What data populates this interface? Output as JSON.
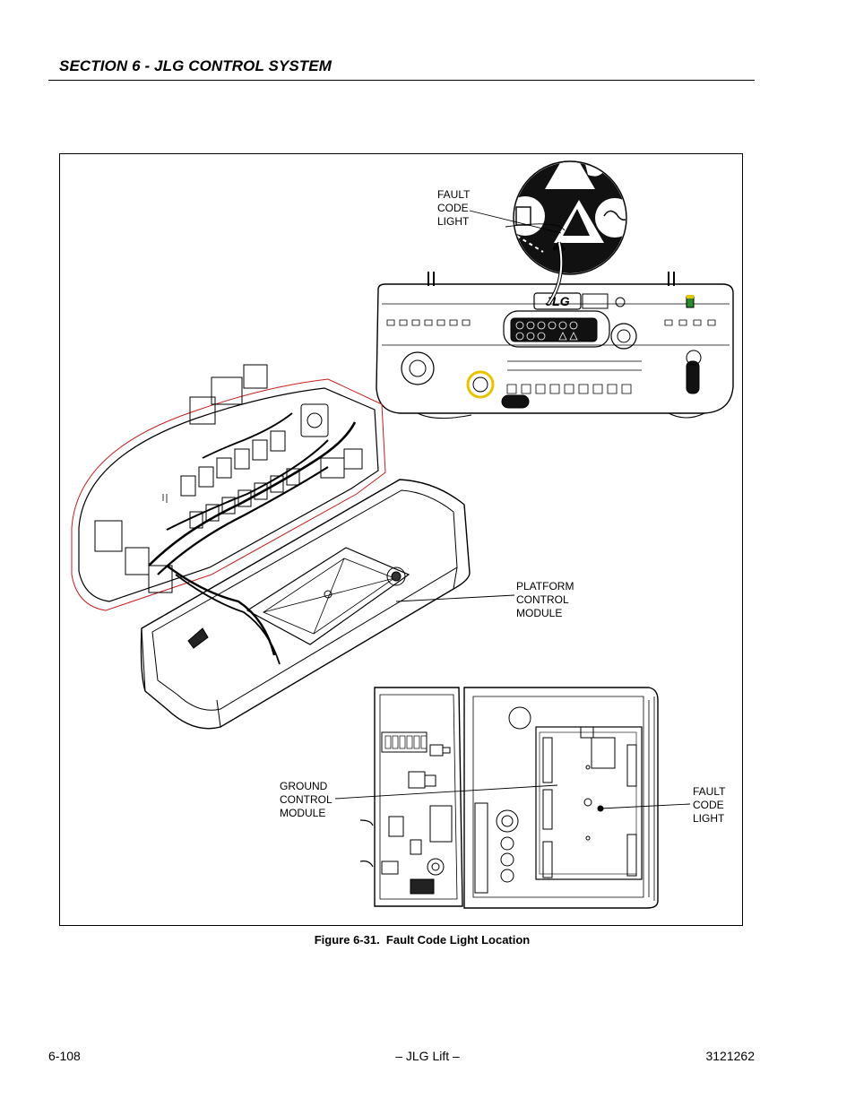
{
  "header": {
    "section_title": "SECTION 6 - JLG CONTROL SYSTEM"
  },
  "figure": {
    "callouts": {
      "fault_code_light_top": [
        "FAULT",
        "CODE",
        "LIGHT"
      ],
      "platform_control_module": [
        "PLATFORM",
        "CONTROL",
        "MODULE"
      ],
      "ground_control_module": [
        "GROUND",
        "CONTROL",
        "MODULE"
      ],
      "fault_code_light_bottom": [
        "FAULT",
        "CODE",
        "LIGHT"
      ]
    },
    "logo_text": "JLG",
    "caption": "Figure 6-31.  Fault Code Light Location"
  },
  "footer": {
    "page_number": "6-108",
    "center": "– JLG Lift –",
    "doc_number": "3121262"
  }
}
